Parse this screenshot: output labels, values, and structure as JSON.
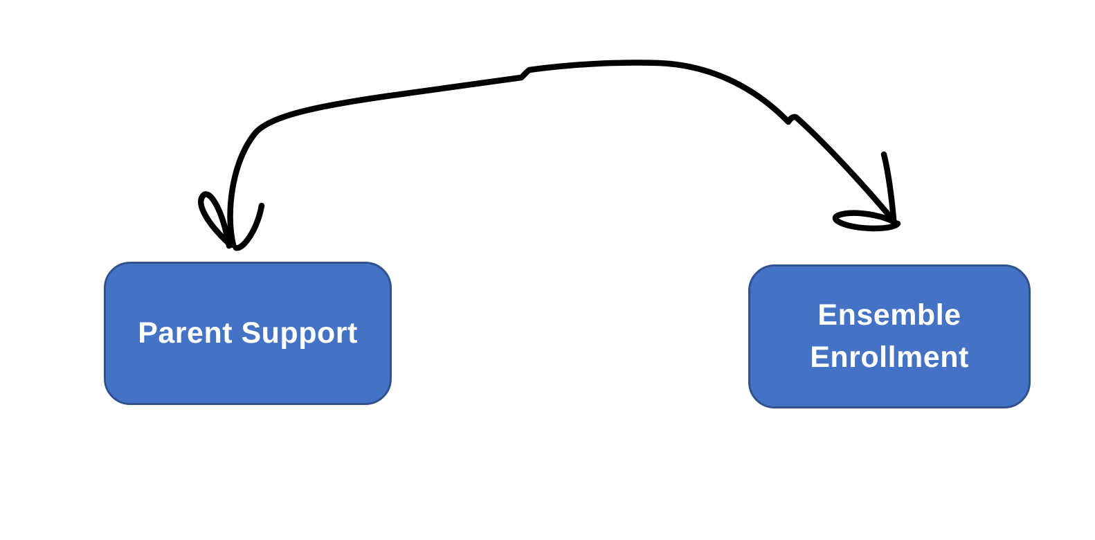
{
  "diagram": {
    "background": "#FFFFFF",
    "nodes": [
      {
        "id": "parent-support",
        "label": "Parent Support",
        "fill": "#4472C4",
        "border": "#2F528F",
        "text_color": "#FFFFFF"
      },
      {
        "id": "ensemble-enrollment",
        "label": "Ensemble Enrollment",
        "fill": "#4472C4",
        "border": "#2F528F",
        "text_color": "#FFFFFF"
      }
    ],
    "connector": {
      "type": "hand-drawn-double-headed-arrow",
      "ink_color": "#000000",
      "stroke_width": 8.5,
      "points_to": [
        "Parent Support",
        "Ensemble Enrollment"
      ]
    }
  }
}
